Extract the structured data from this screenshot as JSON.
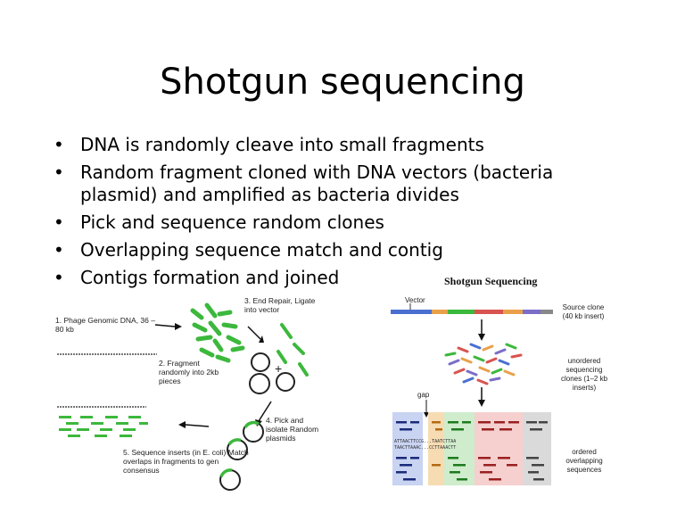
{
  "slide": {
    "title": "Shotgun sequencing",
    "bullets": [
      "DNA is randomly cleave into small fragments",
      "Random fragment cloned with DNA vectors (bacteria plasmid) and amplified as bacteria divides",
      "Pick and sequence random clones",
      "Overlapping sequence match and contig",
      "Contigs formation and joined"
    ]
  },
  "figure_left": {
    "step1": "1. Phage Genomic DNA, 36 – 80 kb",
    "step2": "2. Fragment randomly into 2kb pieces",
    "step3": "3. End Repair, Ligate into vector",
    "step4": "4. Pick and isolate Random plasmids",
    "step5": "5. Sequence inserts (in E. coli) Match overlaps in fragments to gen consensus",
    "plus": "+"
  },
  "figure_right": {
    "title": "Shotgun Sequencing",
    "vector_label": "Vector",
    "source_clone": "Source clone (40 kb insert)",
    "unordered": "unordered sequencing clones (1–2 kb inserts)",
    "gap": "gap",
    "ordered": "ordered overlapping sequences",
    "seq_line1": "ATTAACTTCCG...TAATCTTAA",
    "seq_line2": "TAACTTAAAC...CCTTAAACTT"
  },
  "colors": {
    "green": "#3cb83c",
    "vector_blue": "#4a6fd0",
    "orange": "#e8a14a",
    "red": "#d9534f",
    "purple": "#7b6ec8"
  }
}
